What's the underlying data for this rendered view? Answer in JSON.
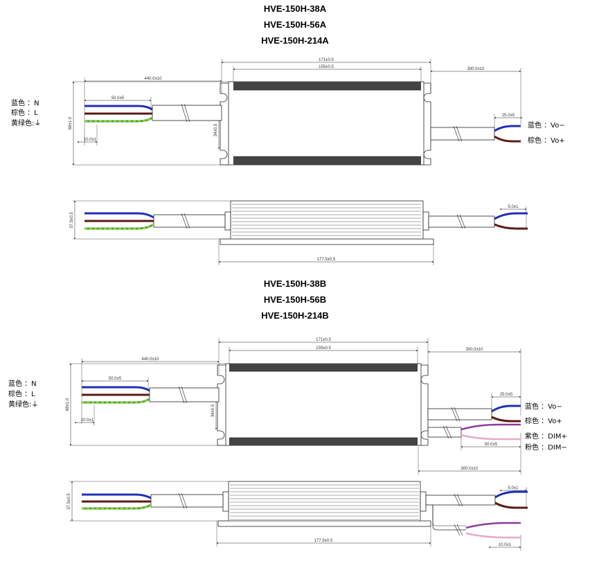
{
  "titles_a": [
    "HVE-150H-38A",
    "HVE-150H-56A",
    "HVE-150H-214A"
  ],
  "titles_b": [
    "HVE-150H-38B",
    "HVE-150H-56B",
    "HVE-150H-214B"
  ],
  "input_labels": [
    "蓝色 ：N",
    "棕色 ：L",
    "黄绿色:⏚"
  ],
  "output_labels_a": [
    "蓝色 ：Vo−",
    "棕色 ：Vo+"
  ],
  "output_labels_b": [
    "蓝色 ：Vo−",
    "棕色 ：Vo+",
    "紫色 ：DIM+",
    "粉色 ：DIM−"
  ],
  "dims": {
    "input_cable": "440.0±10",
    "strip_in": "50.0±5",
    "bare_tip": "10.0±1",
    "overall": "171±0.5",
    "body": "155±0.5",
    "output_cable": "300.0±10",
    "strip_out": "25.0±5",
    "height": "68±1.0",
    "mount_hole": "34±0.5",
    "thickness": "37.5±0.5",
    "bare_tip_out": "5.0±1",
    "base": "177.5±0.5",
    "dim_cable": "300.0±10",
    "dim_strip": "50.0±5",
    "dim_tip": "10.0±1"
  },
  "wire_colors": {
    "blue": "#1f2fb8",
    "brown": "#5a1a14",
    "green": "#3aa535",
    "yellow": "#e8e230",
    "purple": "#8a3a9a",
    "pink": "#e8a8c8"
  }
}
